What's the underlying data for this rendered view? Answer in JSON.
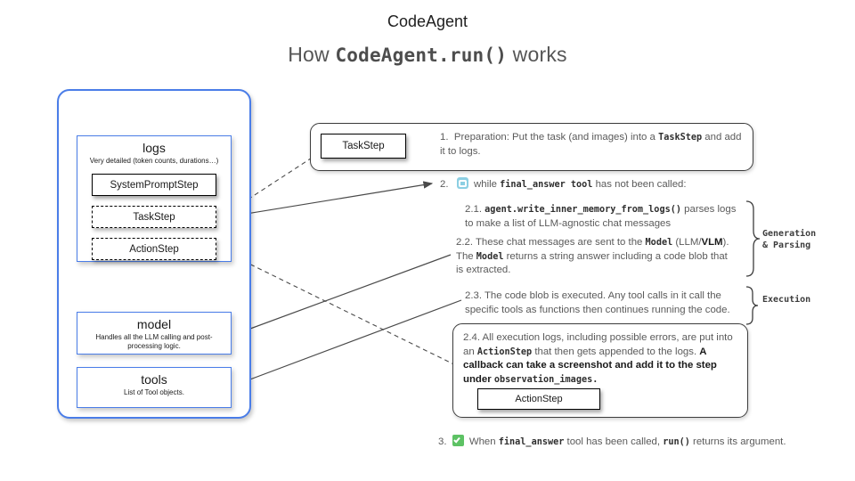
{
  "title": {
    "prefix": "How ",
    "code": "CodeAgent.run()",
    "suffix": " works"
  },
  "agent": {
    "name": "CodeAgent",
    "boxes": [
      {
        "key": "logs",
        "title": "logs",
        "subtitle": "Very detailed (token counts, durations…)"
      },
      {
        "key": "model",
        "title": "model",
        "subtitle": "Handles all the LLM calling and post-processing logic."
      },
      {
        "key": "tools",
        "title": "tools",
        "subtitle": "List of Tool objects."
      }
    ],
    "log_steps": [
      {
        "label": "SystemPromptStep",
        "style": "solid"
      },
      {
        "label": "TaskStep",
        "style": "dashed"
      },
      {
        "label": "ActionStep",
        "style": "dashed"
      }
    ]
  },
  "flow": {
    "taskstep_chip": "TaskStep",
    "actionstep_chip": "ActionStep",
    "step1": {
      "num": "1.",
      "a": "Preparation: Put the task (and images) into a ",
      "code": "TaskStep",
      "b": " and add it to logs."
    },
    "step2": {
      "num": "2.",
      "icon": "loop-emoji",
      "a": "while ",
      "code": "final_answer tool",
      "b": " has not been called:"
    },
    "step21": {
      "num": "2.1.",
      "code": "agent.write_inner_memory_from_logs()",
      "a": " parses logs to make a list of LLM-agnostic chat messages"
    },
    "step22": {
      "num": "2.2.",
      "a": " These chat messages are sent to the ",
      "code1": "Model",
      "b": " (LLM/",
      "bold": "VLM",
      "c": "). The ",
      "code2": "Model",
      "d": " returns a string answer including a code blob that is extracted."
    },
    "step23": {
      "num": "2.3.",
      "a": " The code blob is executed. Any tool calls in it call the specific tools as functions then continues running the code."
    },
    "step24": {
      "num": "2.4.",
      "a": " All execution logs, including possible errors, are put into an ",
      "code1": "ActionStep",
      "b": " that then gets appended to the logs. ",
      "bold": "A callback can  take a screenshot and add it to the step under ",
      "code2": "observation_images."
    },
    "step3": {
      "num": "3.",
      "icon": "check-emoji",
      "a": "When ",
      "code1": "final_answer",
      "b": " tool has been called, ",
      "code2": "run()",
      "c": " returns its argument."
    }
  },
  "brace_labels": {
    "generation": "Generation\n& Parsing",
    "execution": "Execution"
  },
  "colors": {
    "brand_blue": "#4a7de8",
    "text_grey": "#5a5a5a",
    "loop_emoji": "#8ccfe3",
    "check_emoji": "#5dc264"
  }
}
